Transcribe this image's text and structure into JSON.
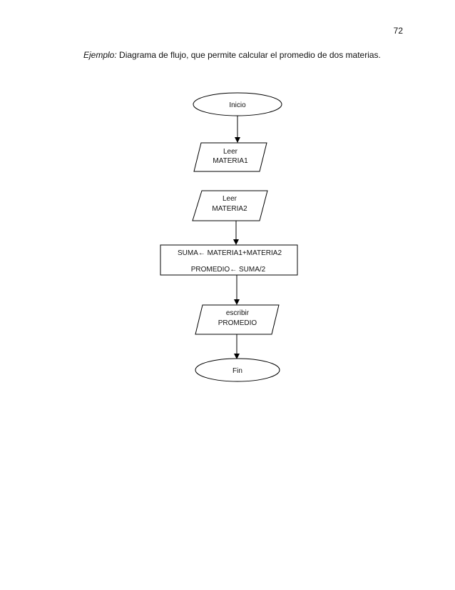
{
  "page_number": "72",
  "caption": {
    "lead": "Ejemplo:",
    "text": " Diagrama de flujo, que permite calcular el promedio de dos materias."
  },
  "flowchart": {
    "start": "Inicio",
    "read1": {
      "line1": "Leer",
      "line2": "MATERIA1"
    },
    "read2": {
      "line1": "Leer",
      "line2": "MATERIA2"
    },
    "process": {
      "line1": "SUMA← MATERIA1+MATERIA2",
      "line2": "PROMEDIO← SUMA/2"
    },
    "write": {
      "line1": "escribir",
      "line2": "PROMEDIO"
    },
    "end": "Fin"
  }
}
